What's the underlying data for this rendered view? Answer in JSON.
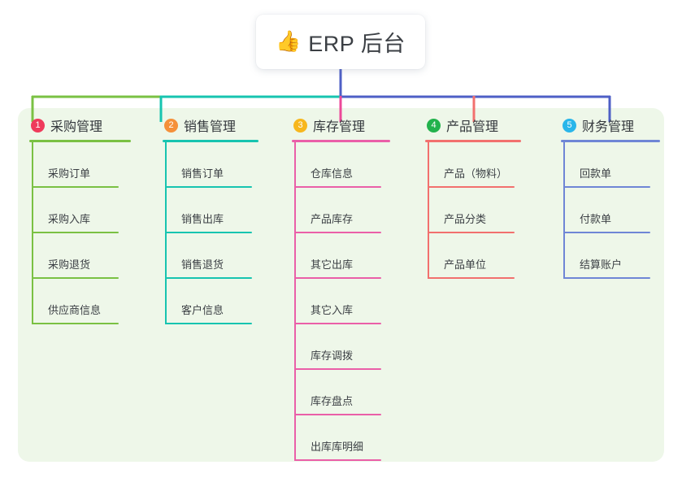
{
  "root": {
    "icon": "thumbs-up-icon",
    "emoji": "👍",
    "title": "ERP 后台"
  },
  "palette": {
    "panel_background": "#eef7e9",
    "page_background": "#ffffff",
    "text": "#3c4045",
    "connector_green": "#7ac143",
    "connector_teal": "#17c4b0",
    "connector_blue": "#4e5fc6",
    "connector_pink": "#ec4899",
    "connector_red": "#f2706e"
  },
  "columns": [
    {
      "index": "1",
      "title": "采购管理",
      "badge_color": "#ef3b5b",
      "line_color": "#7ac143",
      "rule_width": 125,
      "drop_color": "#7ac143",
      "items": [
        {
          "label": "采购订单"
        },
        {
          "label": "采购入库"
        },
        {
          "label": "采购退货"
        },
        {
          "label": "供应商信息"
        }
      ]
    },
    {
      "index": "2",
      "title": "销售管理",
      "badge_color": "#f5903a",
      "line_color": "#17c4b0",
      "rule_width": 118,
      "drop_color": "#17c4b0",
      "items": [
        {
          "label": "销售订单"
        },
        {
          "label": "销售出库"
        },
        {
          "label": "销售退货"
        },
        {
          "label": "客户信息"
        }
      ]
    },
    {
      "index": "3",
      "title": "库存管理",
      "badge_color": "#f7b71d",
      "line_color": "#ea5fa8",
      "rule_width": 121,
      "drop_color": "#ec4899",
      "items": [
        {
          "label": "仓库信息"
        },
        {
          "label": "产品库存"
        },
        {
          "label": "其它出库"
        },
        {
          "label": "其它入库"
        },
        {
          "label": "库存调拨"
        },
        {
          "label": "库存盘点"
        },
        {
          "label": "出库库明细"
        }
      ]
    },
    {
      "index": "4",
      "title": "产品管理",
      "badge_color": "#22b24c",
      "line_color": "#f2706e",
      "rule_width": 118,
      "drop_color": "#f2706e",
      "items": [
        {
          "label": "产品（物料）"
        },
        {
          "label": "产品分类"
        },
        {
          "label": "产品单位"
        }
      ]
    },
    {
      "index": "5",
      "title": "财务管理",
      "badge_color": "#29b6ea",
      "line_color": "#6f86d6",
      "rule_width": 122,
      "drop_color": "#4e5fc6",
      "items": [
        {
          "label": "回款单"
        },
        {
          "label": "付款单"
        },
        {
          "label": "结算账户"
        }
      ]
    }
  ]
}
